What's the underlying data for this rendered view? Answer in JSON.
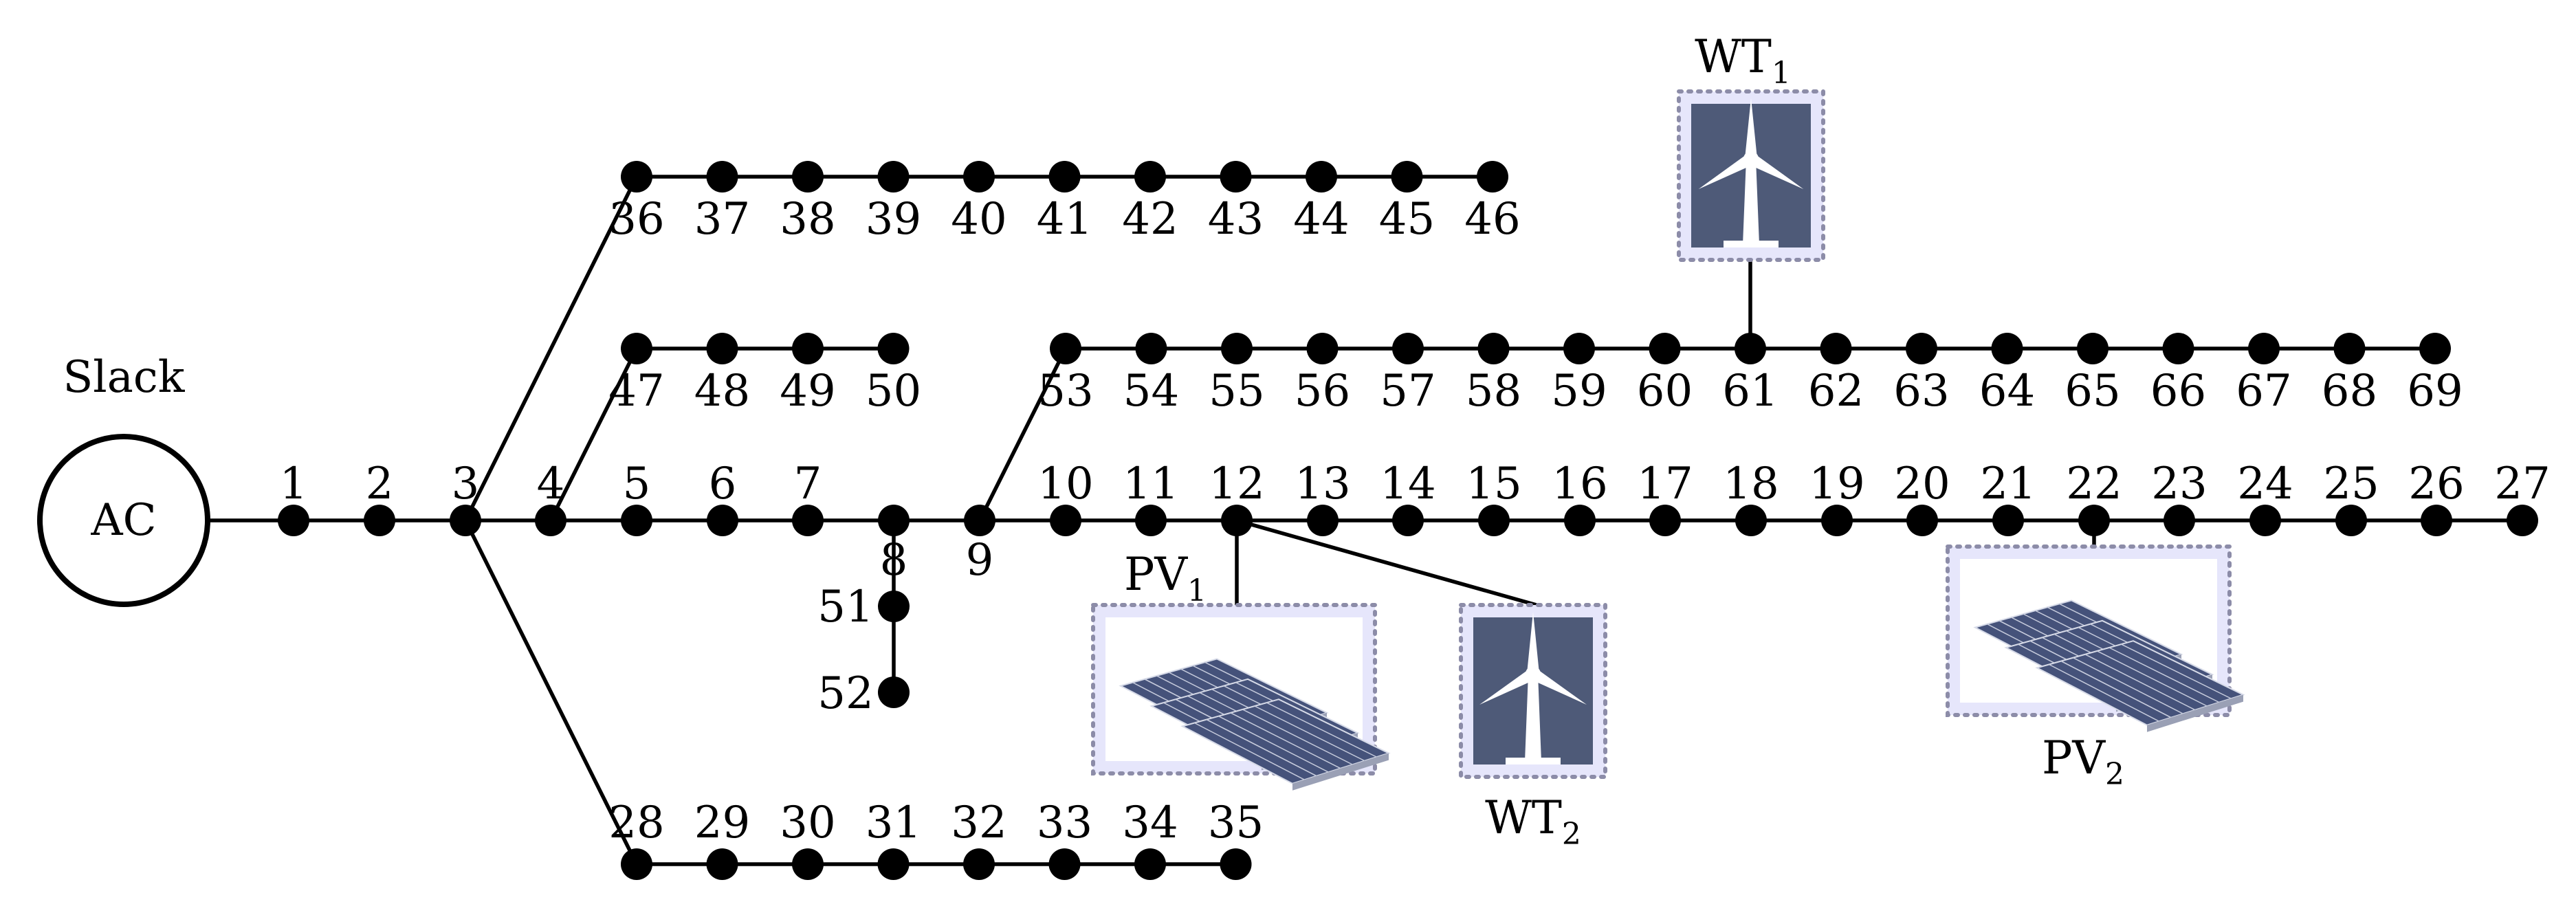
{
  "source": {
    "label": "Slack",
    "text": "AC"
  },
  "colors": {
    "line": "#000000",
    "panel_fill": "#e6e6fb",
    "panel_border": "#8c8ca8",
    "wind_bg": "#4e5a78",
    "pv_module": "#45527a"
  },
  "generators": [
    {
      "id": "wt1",
      "type": "wind-turbine",
      "base": "WT",
      "sub": "1",
      "bus": "61"
    },
    {
      "id": "wt2",
      "type": "wind-turbine",
      "base": "WT",
      "sub": "2",
      "bus": "12"
    },
    {
      "id": "pv1",
      "type": "pv-array",
      "base": "PV",
      "sub": "1",
      "bus": "12"
    },
    {
      "id": "pv2",
      "type": "pv-array",
      "base": "PV",
      "sub": "2",
      "bus": "22"
    }
  ],
  "buses": [
    "1",
    "2",
    "3",
    "4",
    "5",
    "6",
    "7",
    "8",
    "9",
    "10",
    "11",
    "12",
    "13",
    "14",
    "15",
    "16",
    "17",
    "18",
    "19",
    "20",
    "21",
    "22",
    "23",
    "24",
    "25",
    "26",
    "27",
    "28",
    "29",
    "30",
    "31",
    "32",
    "33",
    "34",
    "35",
    "36",
    "37",
    "38",
    "39",
    "40",
    "41",
    "42",
    "43",
    "44",
    "45",
    "46",
    "47",
    "48",
    "49",
    "50",
    "51",
    "52",
    "53",
    "54",
    "55",
    "56",
    "57",
    "58",
    "59",
    "60",
    "61",
    "62",
    "63",
    "64",
    "65",
    "66",
    "67",
    "68",
    "69"
  ]
}
